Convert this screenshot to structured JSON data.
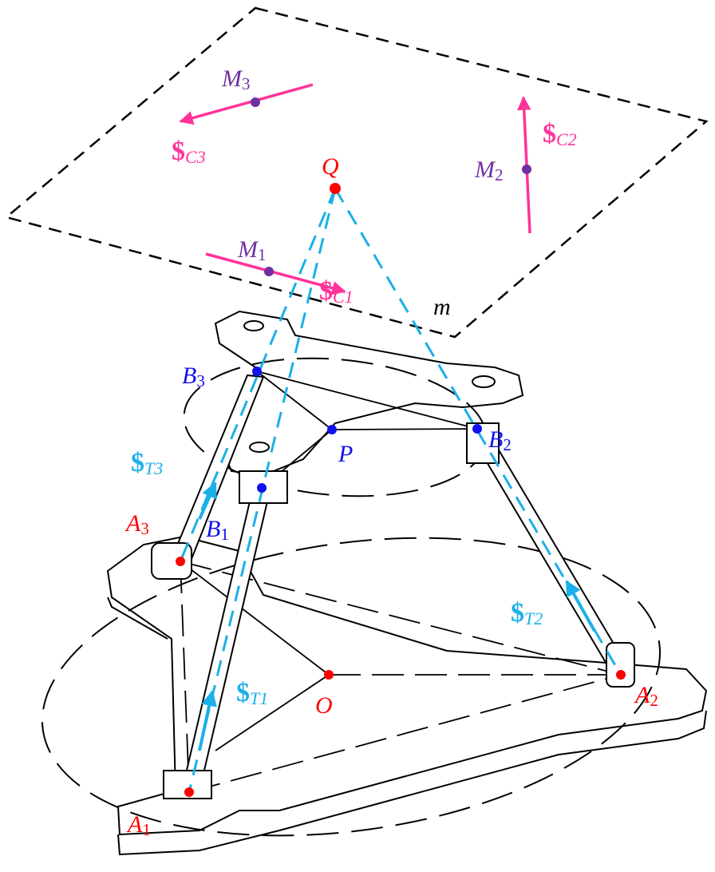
{
  "colors": {
    "point_red": "#ff0000",
    "label_blue": "#1010ee",
    "purple": "#7030a0",
    "pink": "#ff3399",
    "cyan": "#1ab0e8",
    "black": "#000000"
  },
  "labels": {
    "Q": {
      "main": "Q",
      "sub": ""
    },
    "m": {
      "main": "m",
      "sub": ""
    },
    "M1": {
      "main": "M",
      "sub": "1"
    },
    "M2": {
      "main": "M",
      "sub": "2"
    },
    "M3": {
      "main": "M",
      "sub": "3"
    },
    "C1": {
      "main": "$",
      "sub": "C1"
    },
    "C2": {
      "main": "$",
      "sub": "C2"
    },
    "C3": {
      "main": "$",
      "sub": "C3"
    },
    "B1": {
      "main": "B",
      "sub": "1"
    },
    "B2": {
      "main": "B",
      "sub": "2"
    },
    "B3": {
      "main": "B",
      "sub": "3"
    },
    "P": {
      "main": "P",
      "sub": ""
    },
    "A1": {
      "main": "A",
      "sub": "1"
    },
    "A2": {
      "main": "A",
      "sub": "2"
    },
    "A3": {
      "main": "A",
      "sub": "3"
    },
    "O": {
      "main": "O",
      "sub": ""
    },
    "T1": {
      "main": "$",
      "sub": "T1"
    },
    "T2": {
      "main": "$",
      "sub": "T2"
    },
    "T3": {
      "main": "$",
      "sub": "T3"
    }
  }
}
